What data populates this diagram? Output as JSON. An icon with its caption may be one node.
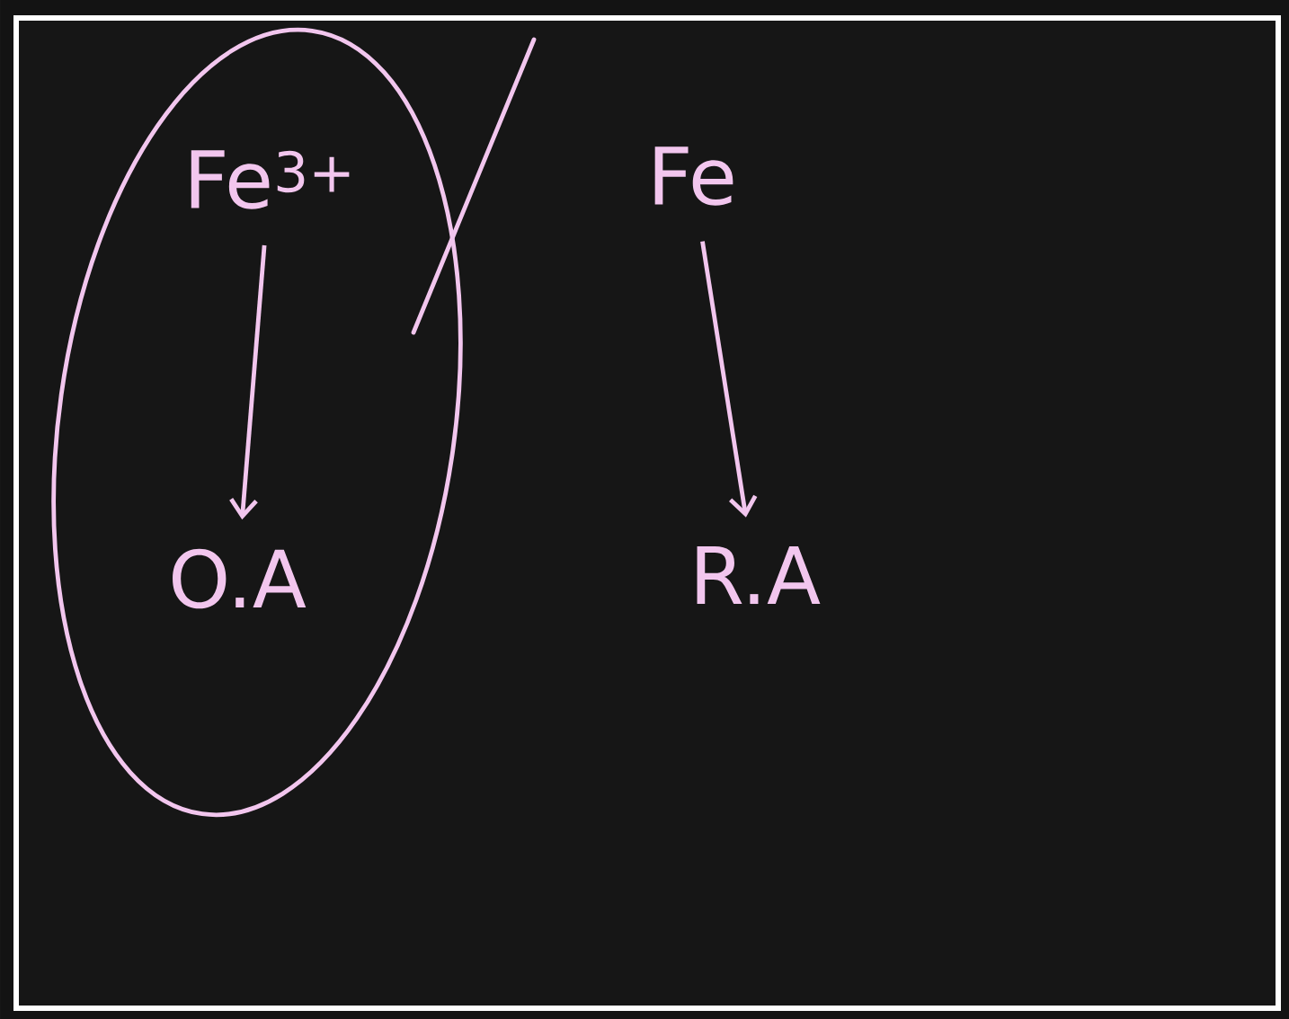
{
  "diagram": {
    "nodes": [
      {
        "text": [],
        "shape": "ellipse"
      },
      {
        "text": [
          "Fe$^{3+}$"
        ],
        "in": 0
      },
      {
        "text": [
          "O.A"
        ],
        "in": 0
      },
      {
        "text": [
          "Fe"
        ]
      },
      {
        "text": [
          "R.A"
        ]
      }
    ],
    "edges": [
      {
        "from": 1,
        "to": 2,
        "arrow": "to"
      },
      {
        "from": 3,
        "to": 4,
        "arrow": "to"
      }
    ]
  }
}
